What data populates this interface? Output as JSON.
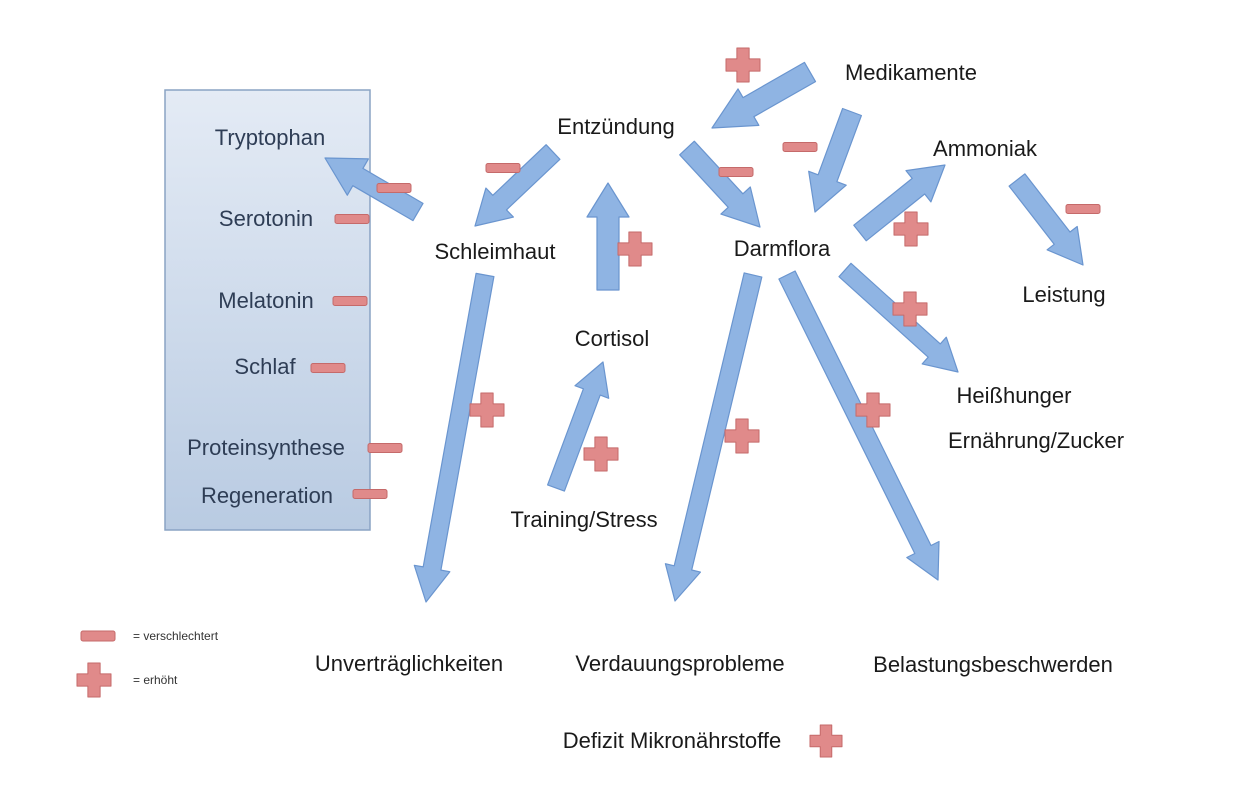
{
  "colors": {
    "arrow_fill": "#8fb4e3",
    "arrow_stroke": "#6a95cf",
    "box_top": "#e4ebf5",
    "box_bottom": "#b9cbe2",
    "box_stroke": "#8aa3c4",
    "sign_fill": "#e08a8a",
    "sign_stroke": "#c56a6a"
  },
  "box": {
    "items": [
      "Tryptophan",
      "Serotonin",
      "Melatonin",
      "Schlaf",
      "Proteinsynthese",
      "Regeneration"
    ]
  },
  "nodes": {
    "medikamente": "Medikamente",
    "entzuendung": "Entzündung",
    "ammoniak": "Ammoniak",
    "schleimhaut": "Schleimhaut",
    "darmflora": "Darmflora",
    "leistung": "Leistung",
    "cortisol": "Cortisol",
    "heisshunger": "Heißhunger",
    "ernaehrung": "Ernährung/Zucker",
    "training": "Training/Stress",
    "unvertraeglichkeiten": "Unverträglichkeiten",
    "verdauung": "Verdauungsprobleme",
    "belastung": "Belastungsbeschwerden",
    "defizit": "Defizit Mikronährstoffe"
  },
  "legend": {
    "minus": "= verschlechtert",
    "plus": "= erhöht"
  },
  "signs": {
    "minus": "minus-sign-icon",
    "plus": "plus-sign-icon"
  }
}
